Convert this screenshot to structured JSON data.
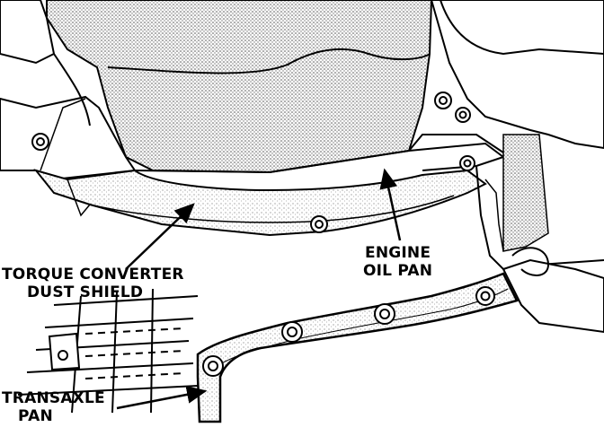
{
  "labels": {
    "torque_converter_line1": "TORQUE CONVERTER",
    "torque_converter_line2": "DUST SHIELD",
    "engine_oil_pan_line1": "ENGINE",
    "engine_oil_pan_line2": "OIL PAN",
    "transaxle_pan_line1": "TRANSAXLE",
    "transaxle_pan_line2": "PAN"
  },
  "colors": {
    "ink": "#000000",
    "paper": "#ffffff",
    "stipple": "#5a5a5a"
  },
  "icons": [
    "bolt-icon",
    "leader-arrow-icon"
  ]
}
